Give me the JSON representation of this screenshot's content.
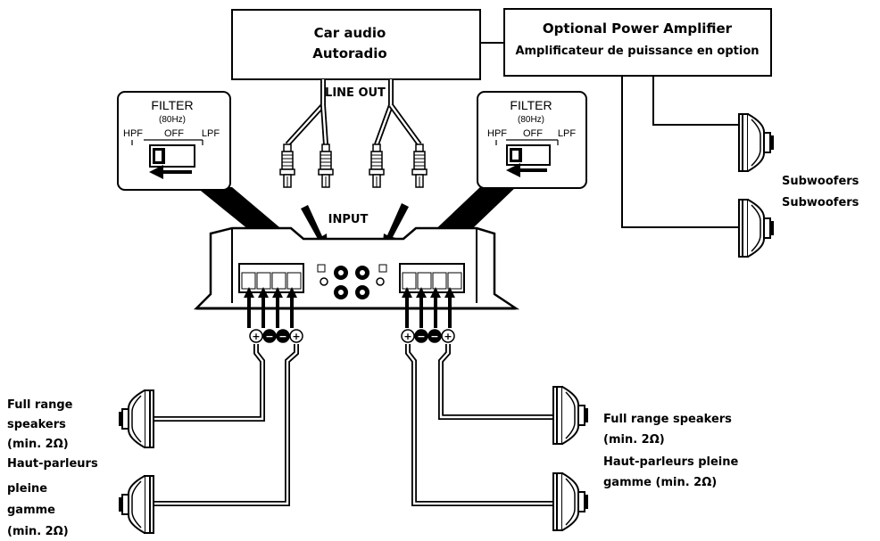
{
  "car_audio": {
    "line1": "Car audio",
    "line2": "Autoradio"
  },
  "power_amp": {
    "line1": "Optional Power Amplifier",
    "line2": "Amplificateur de puissance en option"
  },
  "line_out": "LINE OUT",
  "input": "INPUT",
  "filter": {
    "title": "FILTER",
    "freq": "(80Hz)",
    "hpf": "HPF",
    "off": "OFF",
    "lpf": "LPF"
  },
  "subwoofers": [
    "Subwoofers",
    "Subwoofers"
  ],
  "left_speakers": [
    "Full range",
    "speakers",
    "(min. 2Ω)",
    "Haut-parleurs",
    "pleine",
    "gamme",
    "(min. 2Ω)"
  ],
  "right_speakers": [
    "Full range speakers",
    "(min. 2Ω)",
    "Haut-parleurs pleine",
    "gamme (min. 2Ω)"
  ],
  "terminal_signs": [
    "+",
    "−",
    "−",
    "+"
  ]
}
